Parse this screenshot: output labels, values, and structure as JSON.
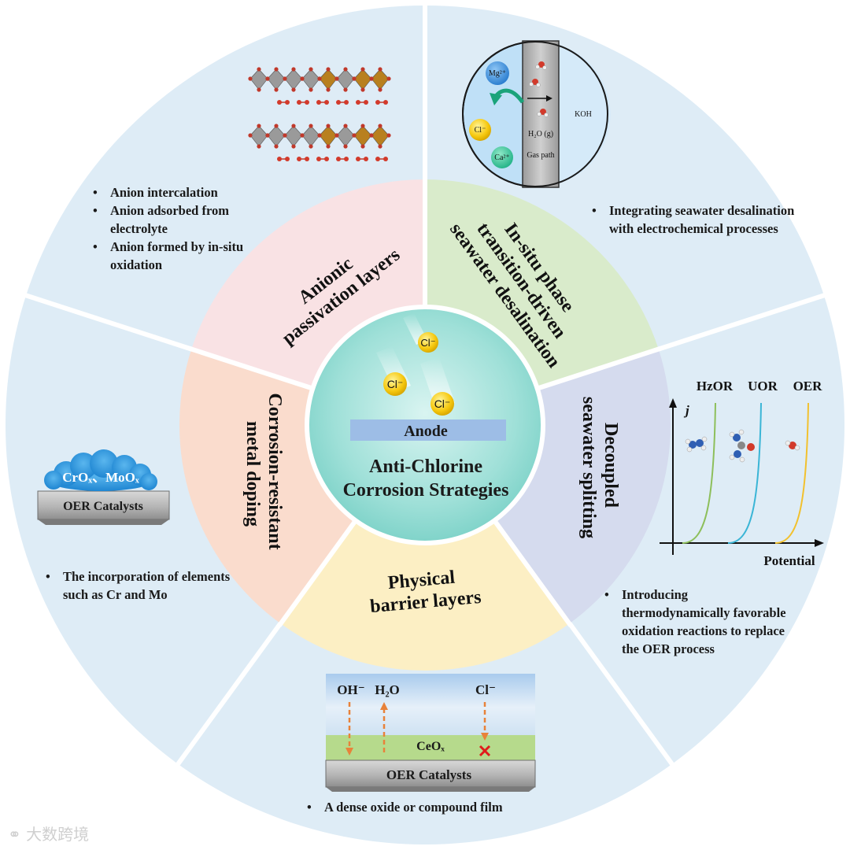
{
  "center": {
    "anode_label": "Anode",
    "title_line1": "Anti-Chlorine",
    "title_line2": "Corrosion Strategies",
    "ion_label": "Cl⁻"
  },
  "strategies": [
    {
      "id": "anionic",
      "lines": [
        "Anionic",
        "passivation layers"
      ],
      "color": "#f9e2e4"
    },
    {
      "id": "insitu",
      "lines": [
        "In-situ phase",
        "transition-driven",
        "seawater desalination"
      ],
      "color": "#d9ebcb"
    },
    {
      "id": "decoupled",
      "lines": [
        "Decoupled",
        "seawater splitting"
      ],
      "color": "#d5dbee"
    },
    {
      "id": "physical",
      "lines": [
        "Physical",
        "barrier layers"
      ],
      "color": "#fcefc4"
    },
    {
      "id": "doping",
      "lines": [
        "Corrosion-resistant",
        "metal doping"
      ],
      "color": "#fadccd"
    }
  ],
  "bullets": {
    "anionic": [
      "Anion intercalation",
      "Anion adsorbed from electrolyte",
      "Anion formed by in-situ oxidation"
    ],
    "insitu": [
      "Integrating seawater desalination with electrochemical processes"
    ],
    "decoupled": [
      "Introducing thermodynamically favorable oxidation reactions to replace the OER process"
    ],
    "physical": [
      "A dense oxide or compound film"
    ],
    "doping": [
      "The incorporation of elements such as Cr and Mo"
    ]
  },
  "desalination_panel": {
    "ions": [
      "Mg²⁺",
      "Cl⁻",
      "Ca²⁺"
    ],
    "gas_label": "H₂O (g)",
    "gas_path_label": "Gas path",
    "koh_label": "KOH"
  },
  "decoupled_chart": {
    "y_label": "j",
    "x_label": "Potential",
    "curves": [
      {
        "name": "HzOR",
        "color": "#8dbf5b"
      },
      {
        "name": "UOR",
        "color": "#3ab5d6"
      },
      {
        "name": "OER",
        "color": "#f2c12e"
      }
    ]
  },
  "doping_panel": {
    "cloud_label": "CrOₓ、MoOₓ",
    "catalyst_label": "OER Catalysts"
  },
  "barrier_panel": {
    "species": [
      "OH⁻",
      "H₂O",
      "Cl⁻"
    ],
    "layer_label": "CeOₓ",
    "catalyst_label": "OER Catalysts"
  },
  "watermark": "大数跨境"
}
